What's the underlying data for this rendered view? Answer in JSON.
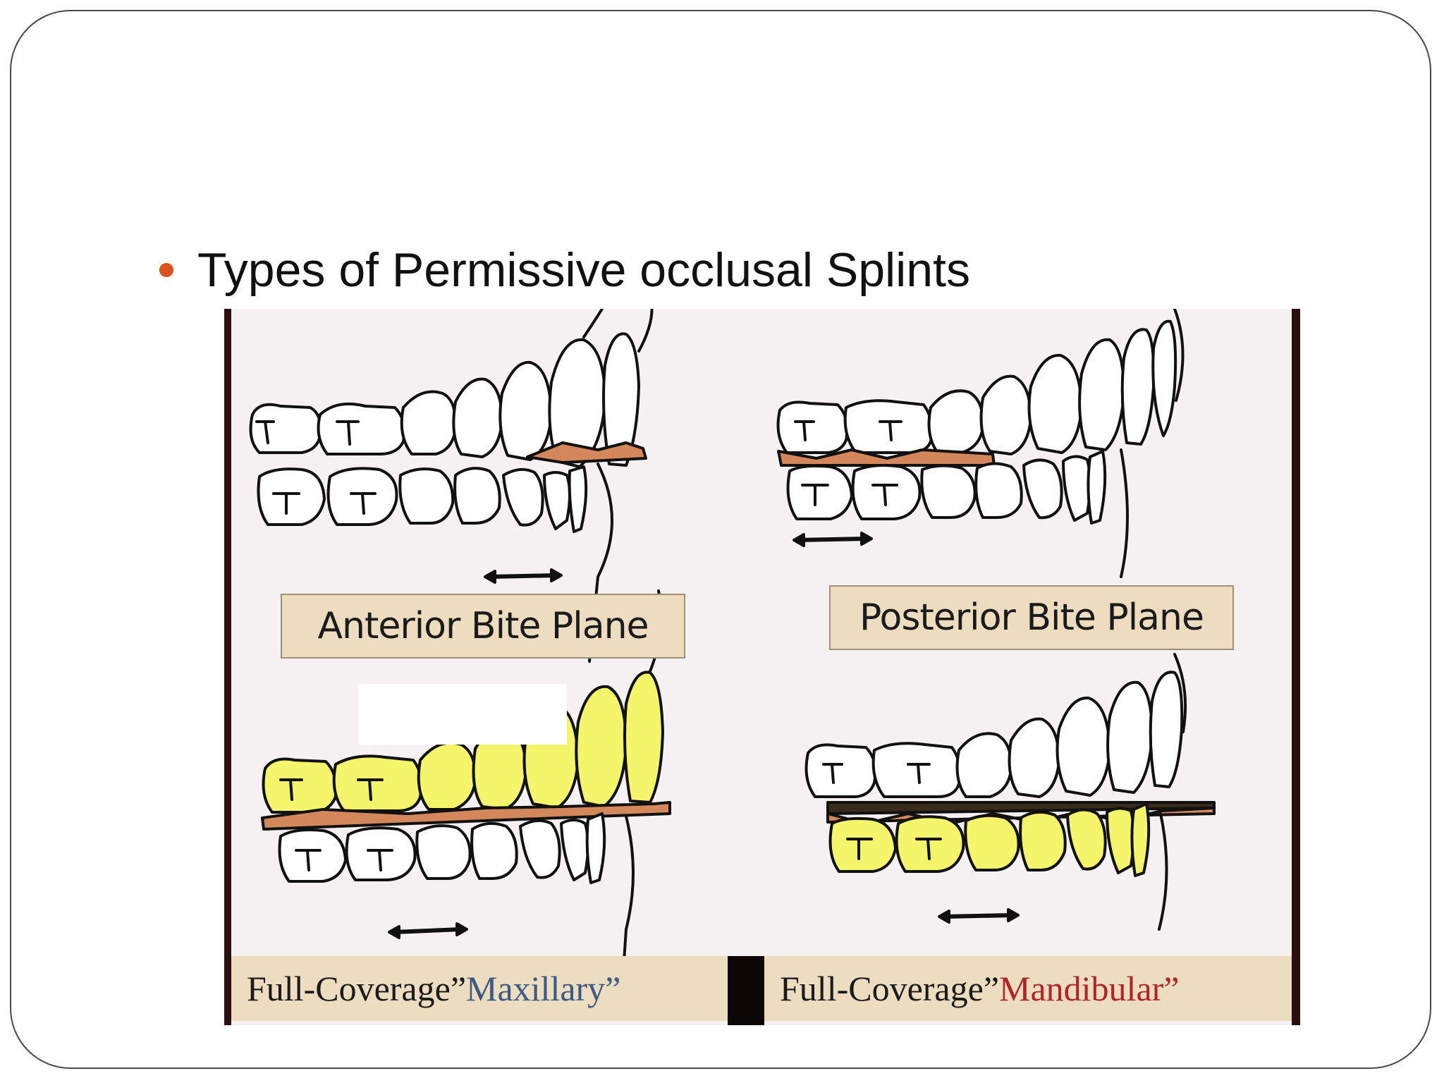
{
  "slide": {
    "bullet_text": "Types of Permissive occlusal Splints",
    "bullet_color": "#d9531e"
  },
  "figure": {
    "panels": [
      {
        "label": "Anterior Bite Plane"
      },
      {
        "label": "Posterior Bite Plane"
      }
    ],
    "captions": [
      {
        "prefix": "Full-Coverage” ",
        "emphasis": "Maxillary”",
        "emphasis_color": "#3d5a85"
      },
      {
        "prefix": "Full-Coverage” ",
        "emphasis": "Mandibular”",
        "emphasis_color": "#b1242a"
      }
    ],
    "colors": {
      "splint_brown": "#d4875a",
      "splint_yellow": "#f4f56a",
      "label_bg": "#ecdcc0",
      "frame": "#2a0f12"
    }
  }
}
